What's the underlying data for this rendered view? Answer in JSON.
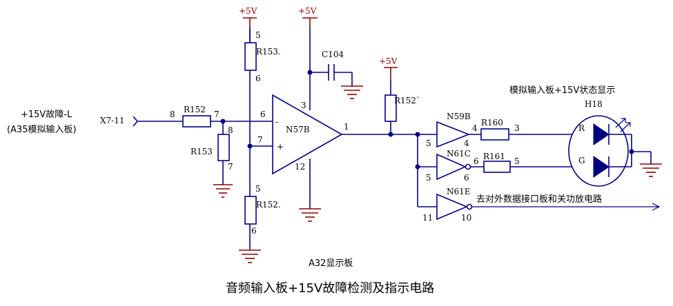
{
  "caption": "音频输入板+15V故障检测及指示电路",
  "board_label": "A32显示板",
  "input": {
    "signal_line1": "+15V故障-L",
    "signal_line2": "(A35模拟输入板)",
    "connector": "X7-11"
  },
  "power_label": "+5V",
  "resistors": {
    "r152_top": "R152",
    "r153_mid": "R153",
    "r153_top": "R153.",
    "r152_bot": "R152.",
    "r152_right": "R152`",
    "r160": "R160",
    "r161": "R161"
  },
  "capacitor": "C104",
  "opamp": {
    "name": "N57B",
    "minus": "-",
    "plus": "+"
  },
  "gates": {
    "n59b": "N59B",
    "n61c": "N61C",
    "n61e": "N61E"
  },
  "led": {
    "name": "H18",
    "title": "模拟输入板+15V状态显示",
    "red": "R",
    "green": "G"
  },
  "output_note": "去对外数据接口板和关功放电路",
  "pins": {
    "p8": "8",
    "p7": "7",
    "p6": "6",
    "p5": "5",
    "p3": "3",
    "p12": "12",
    "p1": "1",
    "p4": "4",
    "p11": "11",
    "p10": "10"
  }
}
